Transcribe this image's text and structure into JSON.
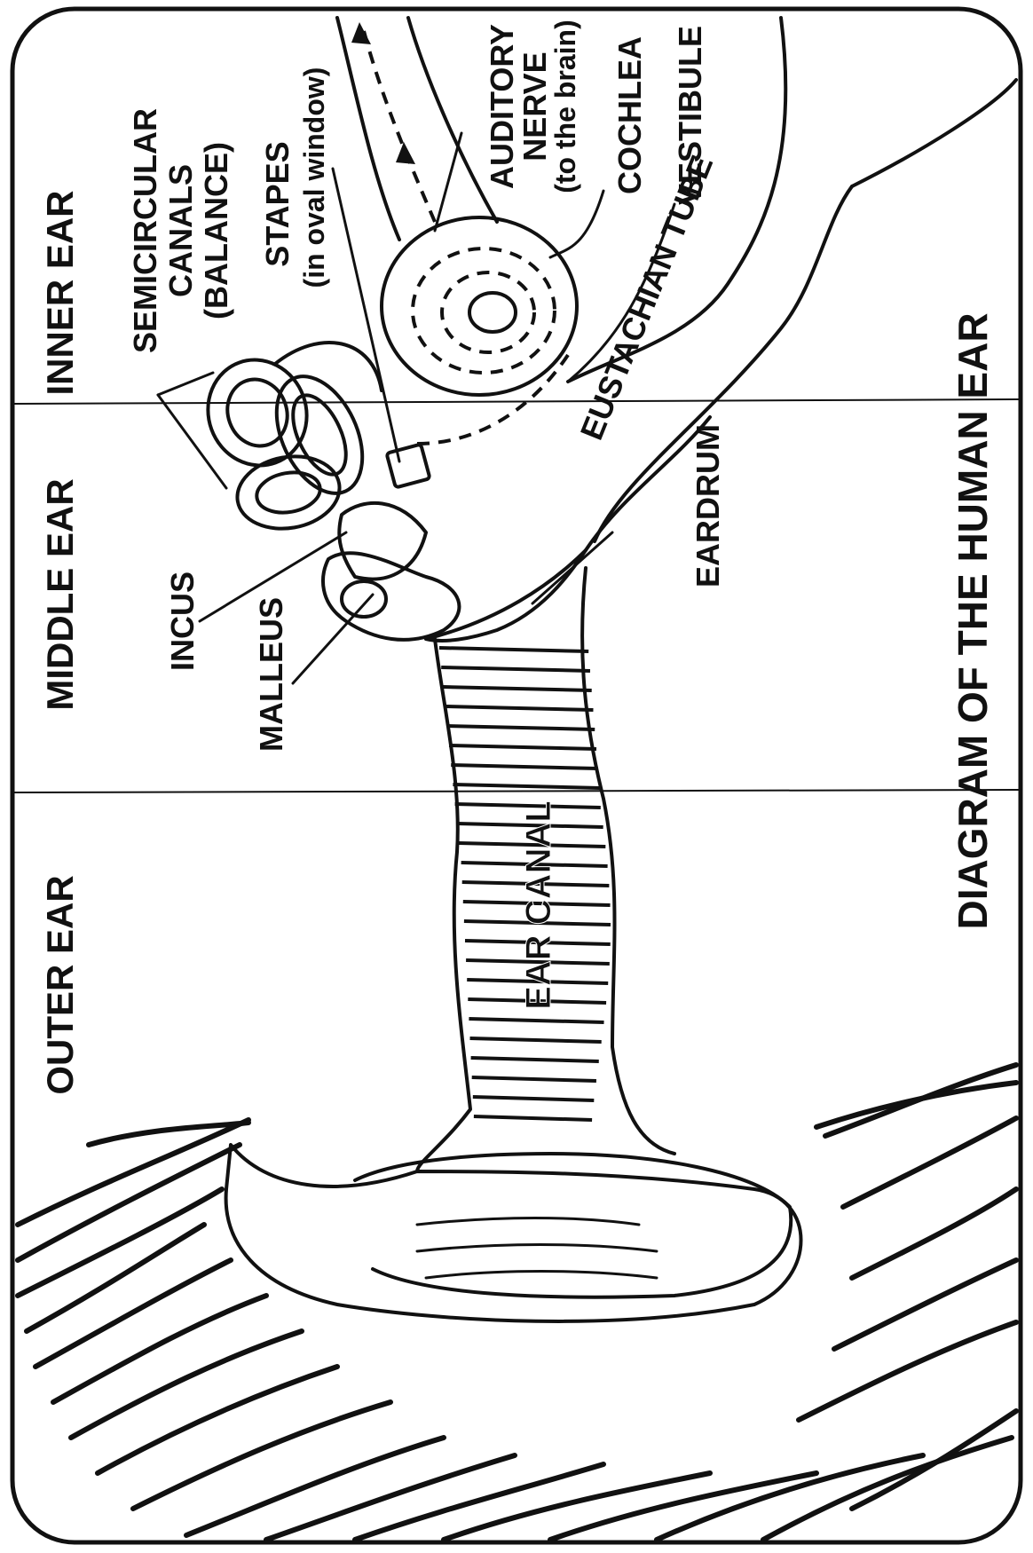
{
  "title": "DIAGRAM OF THE HUMAN EAR",
  "sections": {
    "inner": "INNER EAR",
    "middle": "MIDDLE EAR",
    "outer": "OUTER EAR"
  },
  "labels": {
    "semicircular": [
      "SEMICIRCULAR",
      "CANALS",
      "(BALANCE)"
    ],
    "stapes": [
      "STAPES",
      "(in oval window)"
    ],
    "auditory_nerve": [
      "AUDITORY",
      "NERVE",
      "(to the brain)"
    ],
    "cochlea": "COCHLEA",
    "vestibule": "VESTIBULE",
    "eustachian": "EUSTACHIAN TUBE",
    "eardrum": "EARDRUM",
    "incus": "INCUS",
    "malleus": "MALLEUS",
    "ear_canal": "EAR CANAL"
  }
}
